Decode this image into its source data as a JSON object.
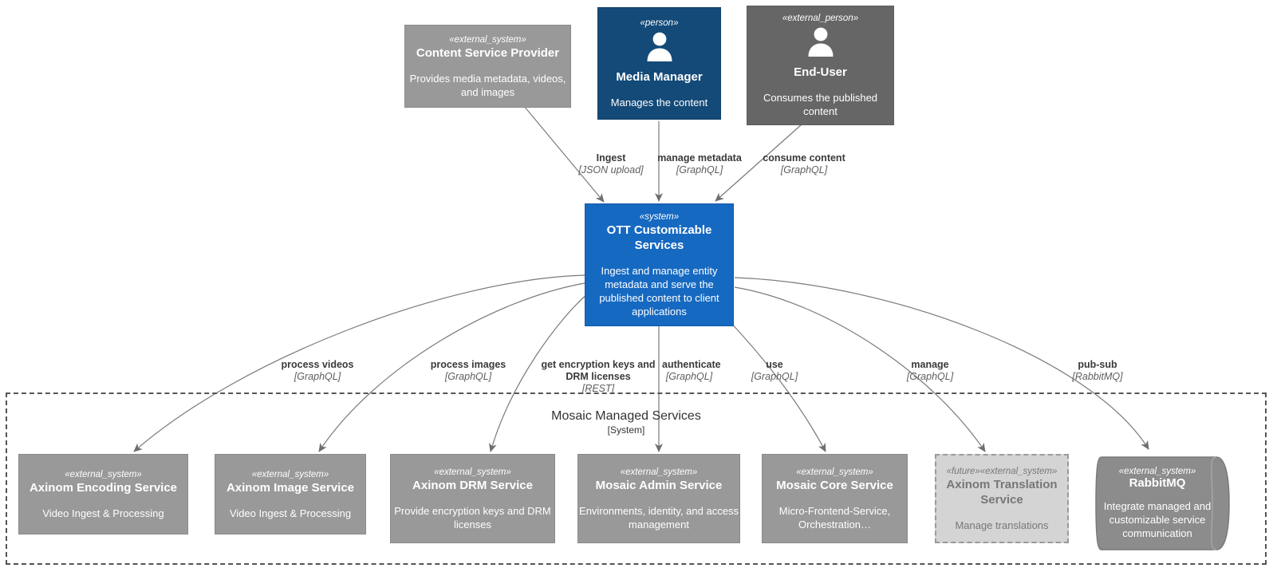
{
  "diagram": {
    "boundary": {
      "title": "Mosaic Managed Services",
      "subtitle": "[System]"
    }
  },
  "nodes": {
    "content_service_provider": {
      "stereotype": "«external_system»",
      "title": "Content Service Provider",
      "desc": "Provides media metadata, videos, and images"
    },
    "media_manager": {
      "stereotype": "«person»",
      "title": "Media Manager",
      "desc": "Manages the content"
    },
    "end_user": {
      "stereotype": "«external_person»",
      "title": "End-User",
      "desc": "Consumes the published content"
    },
    "ott": {
      "stereotype": "«system»",
      "title": "OTT Customizable Services",
      "desc": "Ingest and manage entity metadata and serve the published content to client applications"
    },
    "axinom_encoding": {
      "stereotype": "«external_system»",
      "title": "Axinom Encoding Service",
      "desc": "Video Ingest & Processing"
    },
    "axinom_image": {
      "stereotype": "«external_system»",
      "title": "Axinom Image Service",
      "desc": "Video Ingest & Processing"
    },
    "axinom_drm": {
      "stereotype": "«external_system»",
      "title": "Axinom DRM Service",
      "desc": "Provide encryption keys and DRM licenses"
    },
    "mosaic_admin": {
      "stereotype": "«external_system»",
      "title": "Mosaic Admin Service",
      "desc": "Environments, identity, and access management"
    },
    "mosaic_core": {
      "stereotype": "«external_system»",
      "title": "Mosaic Core Service",
      "desc": "Micro-Frontend-Service, Orchestration…"
    },
    "axinom_translation": {
      "stereotype": "«future»«external_system»",
      "title": "Axinom Translation Service",
      "desc": "Manage translations"
    },
    "rabbitmq": {
      "stereotype": "«external_system»",
      "title": "RabbitMQ",
      "desc": "Integrate managed and customizable service communication"
    }
  },
  "edges": {
    "ingest": {
      "name": "Ingest",
      "tech": "[JSON upload]"
    },
    "manage_meta": {
      "name": "manage metadata",
      "tech": "[GraphQL]"
    },
    "consume": {
      "name": "consume content",
      "tech": "[GraphQL]"
    },
    "process_videos": {
      "name": "process videos",
      "tech": "[GraphQL]"
    },
    "process_images": {
      "name": "process images",
      "tech": "[GraphQL]"
    },
    "get_keys": {
      "name": "get encryption keys and DRM licenses",
      "tech": "[REST]"
    },
    "authenticate": {
      "name": "authenticate",
      "tech": "[GraphQL]"
    },
    "use": {
      "name": "use",
      "tech": "[GraphQL]"
    },
    "manage": {
      "name": "manage",
      "tech": "[GraphQL]"
    },
    "pubsub": {
      "name": "pub-sub",
      "tech": "[RabbitMQ]"
    }
  },
  "colors": {
    "external_system": "#999999",
    "external_person": "#666666",
    "person": "#134a78",
    "system": "#1669c1",
    "future": "#d4d4d4",
    "edge_line": "#7a7a7a",
    "boundary": "#555555"
  }
}
